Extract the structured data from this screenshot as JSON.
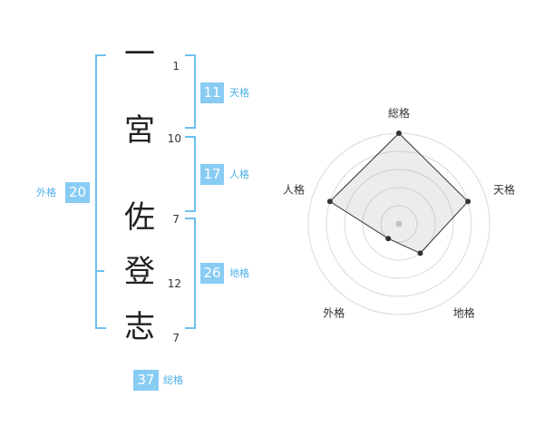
{
  "name": {
    "chars": [
      {
        "char": "一",
        "strokes": "1"
      },
      {
        "char": "宮",
        "strokes": "10"
      },
      {
        "char": "佐",
        "strokes": "7"
      },
      {
        "char": "登",
        "strokes": "12"
      },
      {
        "char": "志",
        "strokes": "7"
      }
    ]
  },
  "fortune": {
    "tenkaku": {
      "label": "天格",
      "value": "11"
    },
    "jinkaku": {
      "label": "人格",
      "value": "17"
    },
    "chikaku": {
      "label": "地格",
      "value": "26"
    },
    "gaikaku": {
      "label": "外格",
      "value": "20"
    },
    "soukaku": {
      "label": "総格",
      "value": "37"
    }
  },
  "colors": {
    "box": "#88ccf4",
    "bracket": "#6ec0ef",
    "label": "#4db0ea"
  },
  "chart_data": {
    "type": "radar",
    "axes": [
      "総格",
      "天格",
      "地格",
      "外格",
      "人格"
    ],
    "values": [
      5,
      4,
      2,
      1,
      4
    ],
    "max": 5,
    "rings": 5
  }
}
